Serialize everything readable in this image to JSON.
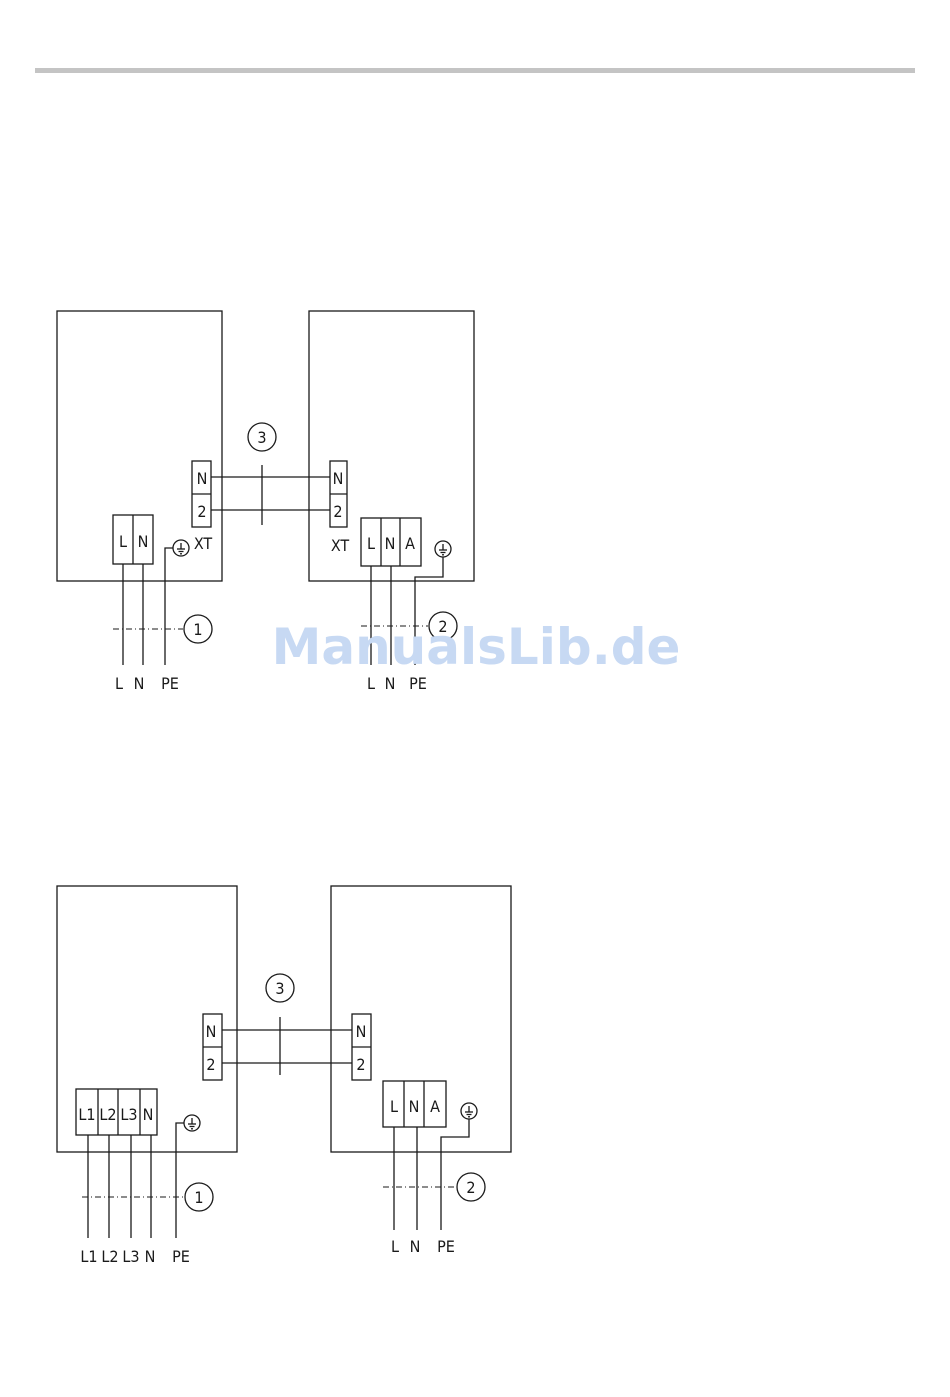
{
  "watermark": "ManualsLib.de",
  "diagram_top": {
    "callouts": [
      "1",
      "2",
      "3"
    ],
    "left_unit": {
      "terminals": [
        "L",
        "N"
      ],
      "xt_terminals": [
        "N",
        "2"
      ],
      "xt_label": "XT",
      "ground_icon": "earth-ground-icon"
    },
    "right_unit": {
      "terminals": [
        "L",
        "N",
        "A"
      ],
      "xt_terminals": [
        "N",
        "2"
      ],
      "xt_label": "XT",
      "ground_icon": "earth-ground-icon"
    },
    "left_supply_labels": [
      "L",
      "N",
      "PE"
    ],
    "right_supply_labels": [
      "L",
      "N",
      "PE"
    ]
  },
  "diagram_bottom": {
    "callouts": [
      "1",
      "2",
      "3"
    ],
    "left_unit": {
      "terminals": [
        "L1",
        "L2",
        "L3",
        "N"
      ],
      "xt_terminals": [
        "N",
        "2"
      ],
      "ground_icon": "earth-ground-icon"
    },
    "right_unit": {
      "terminals": [
        "L",
        "N",
        "A"
      ],
      "xt_terminals": [
        "N",
        "2"
      ],
      "ground_icon": "earth-ground-icon"
    },
    "left_supply_labels": [
      "L1",
      "L2",
      "L3",
      "N",
      "PE"
    ],
    "right_supply_labels": [
      "L",
      "N",
      "PE"
    ]
  }
}
